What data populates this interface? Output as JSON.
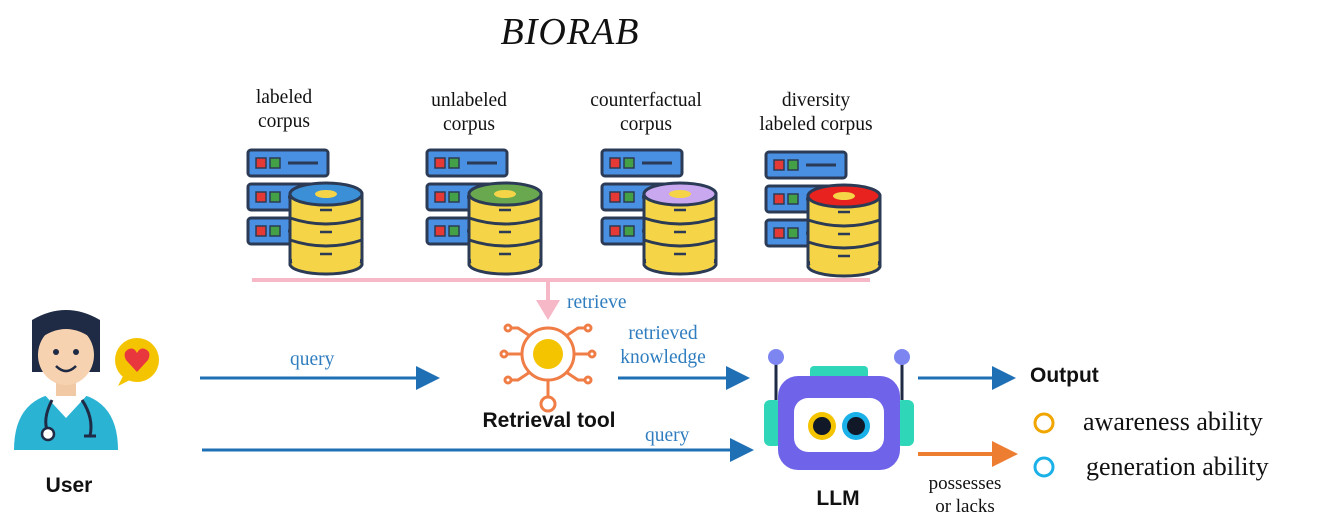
{
  "title": "BIORAB",
  "corpora": [
    {
      "label_line1": "labeled",
      "label_line2": "corpus",
      "disk_color": "#3b8fd6"
    },
    {
      "label_line1": "unlabeled",
      "label_line2": "corpus",
      "disk_color": "#6aa84f"
    },
    {
      "label_line1": "counterfactual",
      "label_line2": "corpus",
      "disk_color": "#c9a8f0"
    },
    {
      "label_line1": "diversity",
      "label_line2": "labeled corpus",
      "disk_color": "#e8231f"
    }
  ],
  "retrieve_label": "retrieve",
  "retrieval_tool_label": "Retrieval tool",
  "query_label_1": "query",
  "query_label_2": "query",
  "retrieved_knowledge_line1": "retrieved",
  "retrieved_knowledge_line2": "knowledge",
  "user_label": "User",
  "llm_label": "LLM",
  "output_label": "Output",
  "legend": [
    {
      "label": "awareness ability",
      "color": "#f0a500"
    },
    {
      "label": "generation ability",
      "color": "#1ab0e8"
    }
  ],
  "possesses_line1": "possesses",
  "possesses_line2": "or lacks",
  "colors": {
    "arrow_blue": "#1f6fb5",
    "arrow_orange": "#ed7d31",
    "pink_line": "#f6b8c6"
  }
}
